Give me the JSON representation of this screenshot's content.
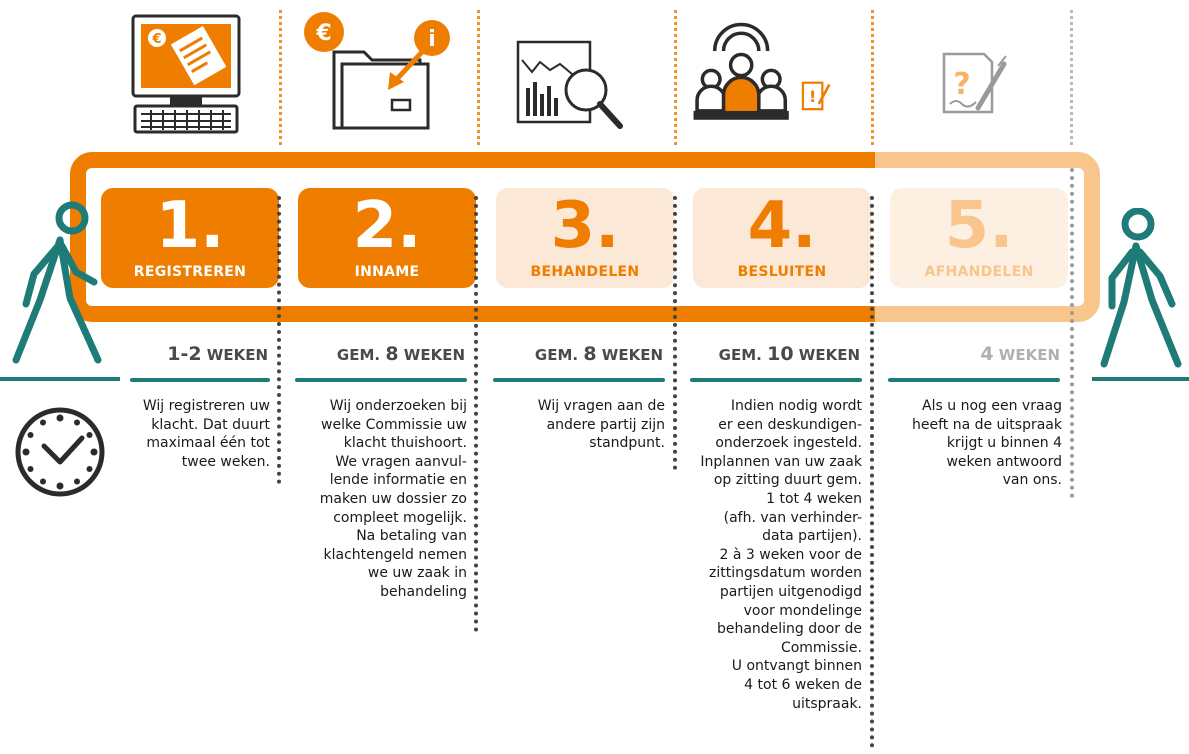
{
  "steps": [
    {
      "number": "1.",
      "label": "REGISTREREN",
      "weeks_prefix": "",
      "weeks_num": "1-2",
      "weeks_unit": "WEKEN",
      "description": [
        "Wij registreren uw",
        "klacht. Dat duurt",
        "maximaal één tot",
        "twee weken."
      ]
    },
    {
      "number": "2.",
      "label": "INNAME",
      "weeks_prefix": "GEM.",
      "weeks_num": "8",
      "weeks_unit": "WEKEN",
      "description": [
        "Wij onderzoeken bij",
        "welke Commissie uw",
        "klacht thuishoort.",
        "We vragen aanvul-",
        "lende informatie en",
        "maken uw dossier zo",
        "compleet mogelijk.",
        "Na betaling van",
        "klachtengeld nemen",
        "we uw zaak in",
        "behandeling"
      ]
    },
    {
      "number": "3.",
      "label": "BEHANDELEN",
      "weeks_prefix": "GEM.",
      "weeks_num": "8",
      "weeks_unit": "WEKEN",
      "description": [
        "Wij vragen aan de",
        "andere partij zijn",
        "standpunt."
      ]
    },
    {
      "number": "4.",
      "label": "BESLUITEN",
      "weeks_prefix": "GEM.",
      "weeks_num": "10",
      "weeks_unit": "WEKEN",
      "description": [
        "Indien nodig wordt",
        "er een deskundigen-",
        "onderzoek ingesteld.",
        "Inplannen van uw zaak",
        "op zitting duurt gem.",
        "1 tot 4 weken",
        "(afh. van verhinder-",
        "data partijen).",
        "2 à 3 weken voor de",
        "zittingsdatum worden",
        "partijen uitgenodigd",
        "voor mondelinge",
        "behandeling door de",
        "Commissie.",
        "U ontvangt binnen",
        "4 tot 6 weken de",
        "uitspraak."
      ]
    },
    {
      "number": "5.",
      "label": "AFHANDELEN",
      "weeks_prefix": "",
      "weeks_num": "4",
      "weeks_unit": "WEKEN",
      "description": [
        "Als u nog een vraag",
        "heeft na de uitspraak",
        "krijgt u binnen 4",
        "weken antwoord",
        "van ons."
      ]
    }
  ],
  "icons": {
    "euro_symbol": "€",
    "info_symbol": "i",
    "question_symbol": "?",
    "alert_symbol": "!"
  },
  "colors": {
    "orange": "#ef7d00",
    "light_orange": "#fbe8d6",
    "teal": "#1e7b78",
    "dark": "#3a3a3a"
  }
}
